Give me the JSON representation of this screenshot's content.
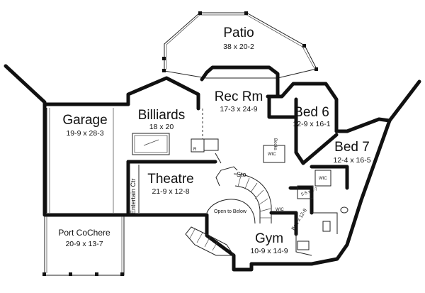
{
  "rooms": {
    "patio": {
      "name": "Patio",
      "dim": "38 x 20-2"
    },
    "rec_room": {
      "name": "Rec Rm",
      "dim": "17-3 x 24-9"
    },
    "garage": {
      "name": "Garage",
      "dim": "19-9 x 28-3"
    },
    "billiards": {
      "name": "Billiards",
      "dim": "18 x 20"
    },
    "bed6": {
      "name": "Bed 6",
      "dim": "12-9 x 16-1"
    },
    "bed7": {
      "name": "Bed 7",
      "dim": "12-4 x 16-5"
    },
    "theatre": {
      "name": "Theatre",
      "dim": "21-9 x 12-8"
    },
    "port_cochere": {
      "name": "Port CoChere",
      "dim": "20-9 x 13-7"
    },
    "gym": {
      "name": "Gym",
      "dim": "10-9 x 14-9"
    }
  },
  "labels": {
    "entertain_ctr": "Entertain Ctr",
    "sto": "Sto",
    "open_to_below": "Open to Below",
    "wic_bed6": "WIC",
    "wic_gym": "WIC",
    "wic_bed7": "WIC",
    "bath": "BaZ x 12-8",
    "small_room": "5-5 x 3-7",
    "r": "R",
    "books": "Books"
  }
}
